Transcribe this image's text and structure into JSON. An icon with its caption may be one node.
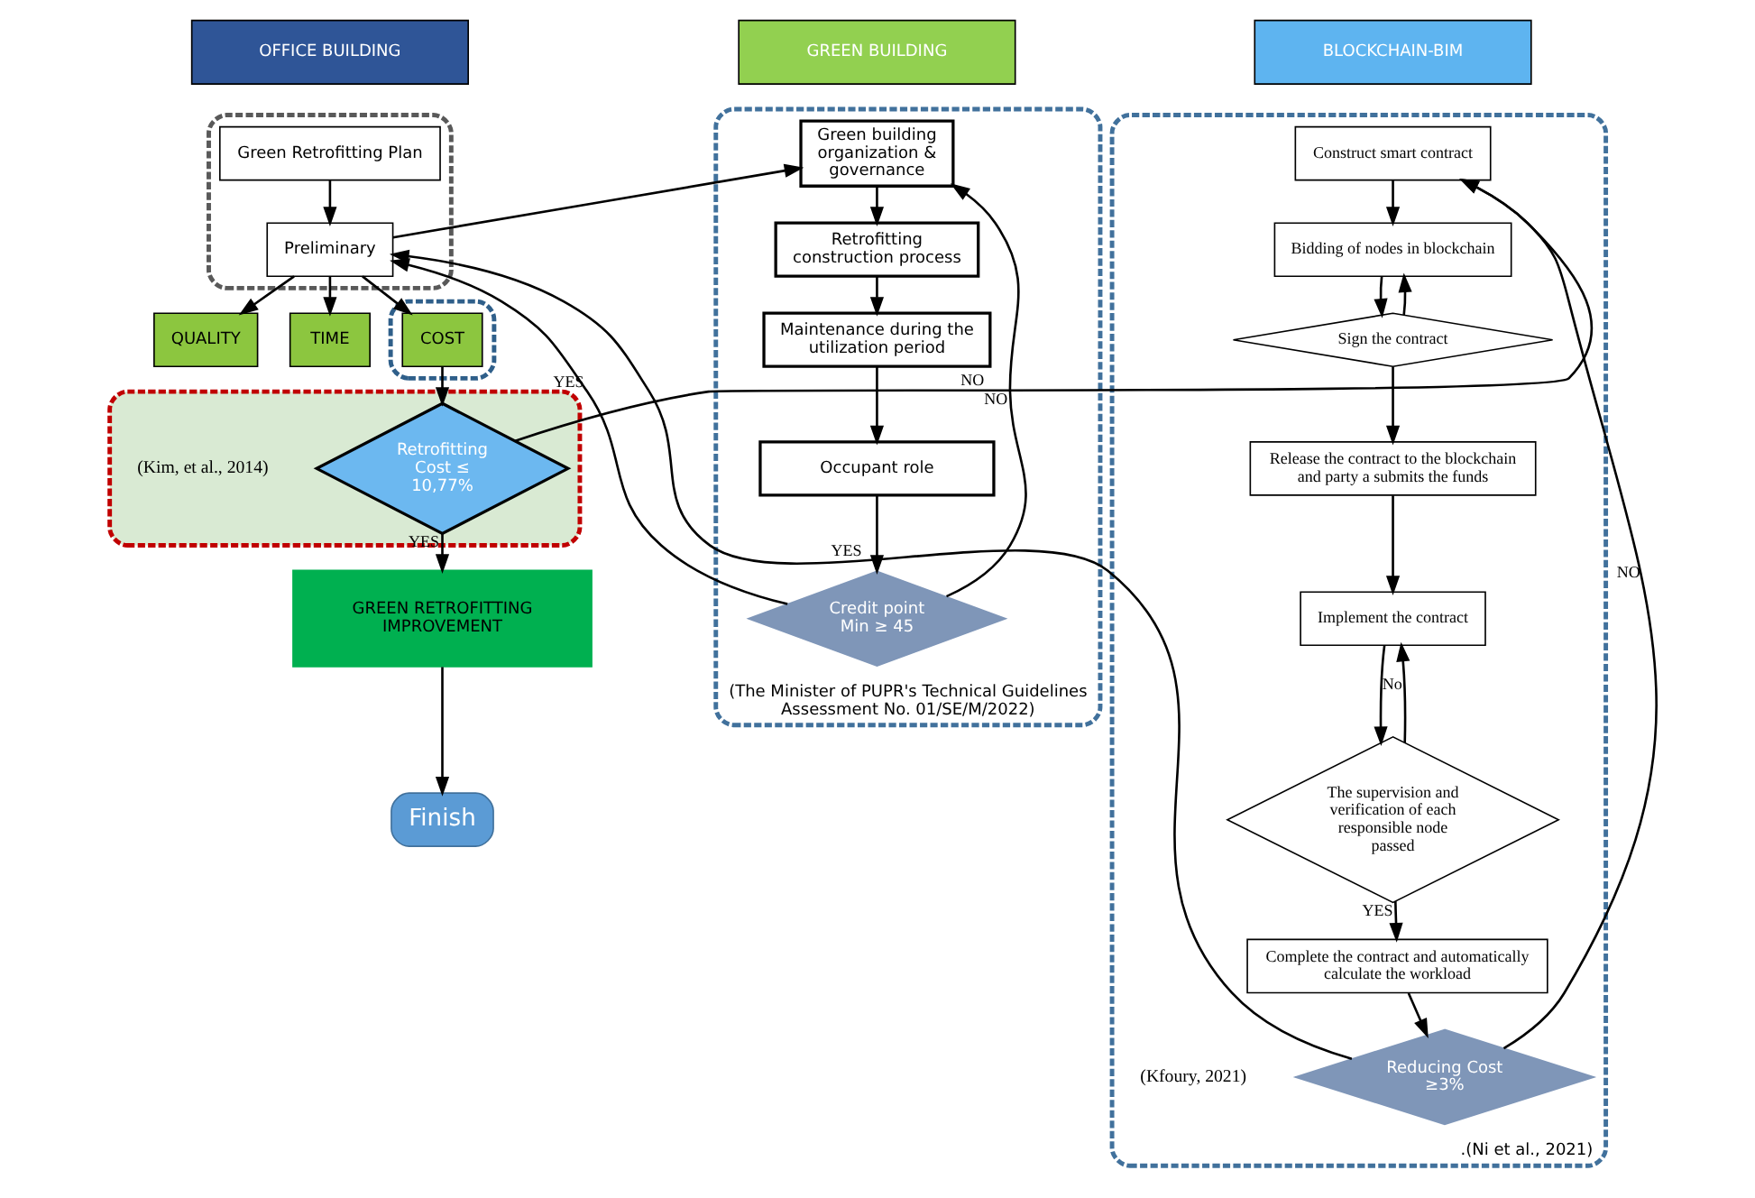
{
  "diagram": {
    "nodes": [
      {
        "text": [
          "OFFICE BUILDING"
        ]
      },
      {
        "text": [
          "GREEN BUILDING"
        ]
      },
      {
        "text": [
          "BLOCKCHAIN-BIM"
        ]
      },
      {
        "text": [],
        "shape": "box"
      },
      {
        "text": [
          "Green Retrofitting Plan"
        ],
        "in": 3
      },
      {
        "text": [
          "Preliminary"
        ],
        "in": 3
      },
      {
        "text": [
          "QUALITY"
        ]
      },
      {
        "text": [
          "TIME"
        ]
      },
      {
        "text": [],
        "shape": "box"
      },
      {
        "text": [
          "COST"
        ],
        "in": 8
      },
      {
        "text": [],
        "shape": "box"
      },
      {
        "text": [
          "Retrofitting Cost ≤ 10,77%"
        ],
        "in": 10,
        "beside": [
          "(Kim, et al., 2014)"
        ]
      },
      {
        "text": [
          "GREEN RETROFITTING IMPROVEMENT"
        ]
      },
      {
        "text": [
          "Finish"
        ]
      },
      {
        "text": [
          "(The Minister of PUPR's Technical Guidelines Assessment No. 01/SE/M/2022)"
        ]
      },
      {
        "text": [
          "Green building organization & governance"
        ],
        "in": 14
      },
      {
        "text": [
          "Retrofitting construction process"
        ],
        "in": 14
      },
      {
        "text": [
          "Maintenance during the utilization period"
        ],
        "in": 14
      },
      {
        "text": [
          "Occupant role"
        ],
        "in": 14
      },
      {
        "text": [
          "Credit point Min ≥ 45"
        ],
        "in": 14
      },
      {
        "text": [
          ".(Ni et al., 2021)"
        ]
      },
      {
        "text": [
          "Construct smart contract"
        ],
        "in": 20
      },
      {
        "text": [
          "Bidding of nodes in blockchain"
        ],
        "in": 20
      },
      {
        "text": [
          "Sign the contract"
        ],
        "in": 20
      },
      {
        "text": [
          "Release the contract to the blockchain and party a submits the funds"
        ],
        "in": 20
      },
      {
        "text": [
          "Implement the contract"
        ],
        "in": 20
      },
      {
        "text": [
          "The supervision and verification of each responsible node passed"
        ],
        "in": 20
      },
      {
        "text": [
          "Complete the contract and automatically calculate the workload"
        ],
        "in": 20
      },
      {
        "text": [
          "Reducing Cost ≥3%"
        ],
        "in": 20,
        "beside": [
          "(Kfoury, 2021)"
        ]
      }
    ],
    "edges": [
      {
        "from": 4,
        "to": 5,
        "arrow": "to"
      },
      {
        "from": 5,
        "to": 6,
        "arrow": "to"
      },
      {
        "from": 5,
        "to": 9,
        "arrow": "to"
      },
      {
        "from": 5,
        "to": 7,
        "arrow": "to"
      },
      {
        "from": 5,
        "to": 15,
        "arrow": "to"
      },
      {
        "from": 9,
        "to": 11,
        "arrow": "to"
      },
      {
        "from": 11,
        "to": 12,
        "label": "YES",
        "arrow": "to"
      },
      {
        "from": 11,
        "to": 21,
        "label": "NO",
        "arrow": "to"
      },
      {
        "from": 12,
        "to": 13,
        "arrow": "to"
      },
      {
        "from": 15,
        "to": 16,
        "arrow": "to"
      },
      {
        "from": 16,
        "to": 17,
        "arrow": "to"
      },
      {
        "from": 17,
        "to": 18,
        "arrow": "to"
      },
      {
        "from": 18,
        "to": 19,
        "arrow": "to"
      },
      {
        "from": 19,
        "to": 15,
        "label": "NO",
        "arrow": "to"
      },
      {
        "from": 19,
        "to": 5,
        "label": "YES",
        "arrow": "to"
      },
      {
        "from": 21,
        "to": 22,
        "arrow": "to"
      },
      {
        "from": 22,
        "to": 23,
        "arrow": "to"
      },
      {
        "from": 23,
        "to": 22,
        "arrow": "to"
      },
      {
        "from": 23,
        "to": 24,
        "arrow": "to"
      },
      {
        "from": 24,
        "to": 25,
        "arrow": "to"
      },
      {
        "from": 25,
        "to": 26,
        "arrow": "to"
      },
      {
        "from": 26,
        "to": 25,
        "label": "No",
        "arrow": "to"
      },
      {
        "from": 26,
        "to": 27,
        "label": "YES",
        "arrow": "to"
      },
      {
        "from": 27,
        "to": 28,
        "arrow": "to"
      },
      {
        "from": 28,
        "to": 21,
        "label": "NO",
        "arrow": "to"
      },
      {
        "from": 28,
        "to": 5,
        "label": "YES",
        "arrow": "to"
      }
    ]
  }
}
